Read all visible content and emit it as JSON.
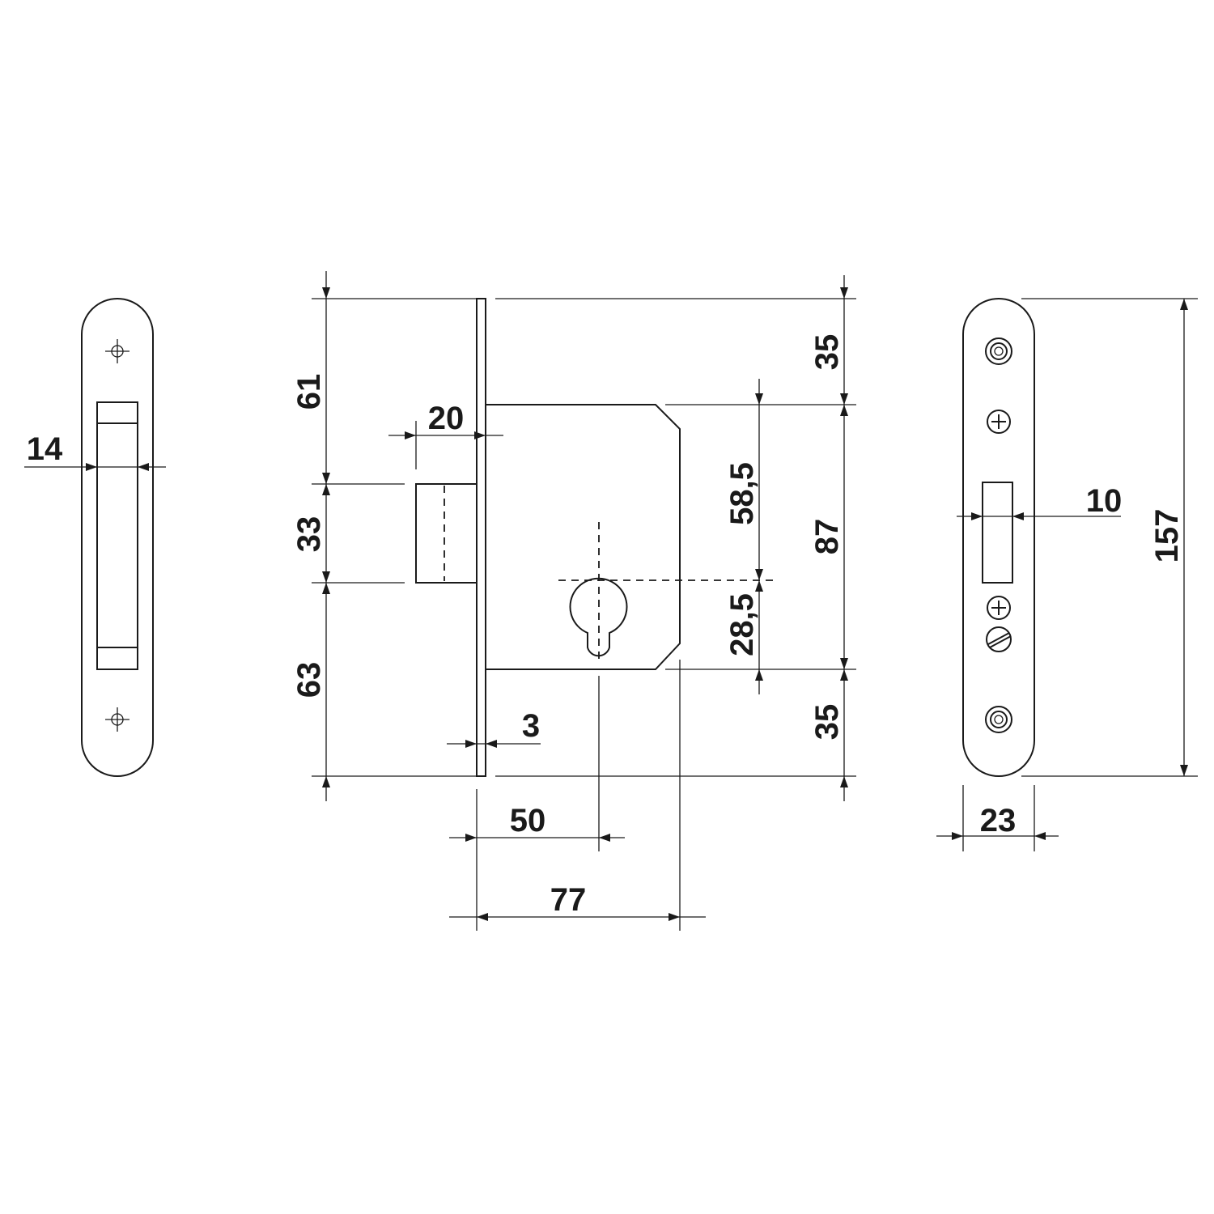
{
  "dimensions": {
    "front_plate_width": "14",
    "height_top": "61",
    "height_bolt": "33",
    "height_bottom": "63",
    "bolt_throw": "20",
    "faceplate_thickness": "3",
    "backset": "50",
    "case_depth": "77",
    "right_top": "35",
    "right_middle": "87",
    "right_bottom": "35",
    "upper_to_cylinder": "58,5",
    "cylinder_to_bottom": "28,5",
    "strike_bolt_width": "10",
    "strike_total_height": "157",
    "strike_width": "23"
  },
  "colors": {
    "line": "#1a1a1a",
    "background": "#ffffff"
  }
}
